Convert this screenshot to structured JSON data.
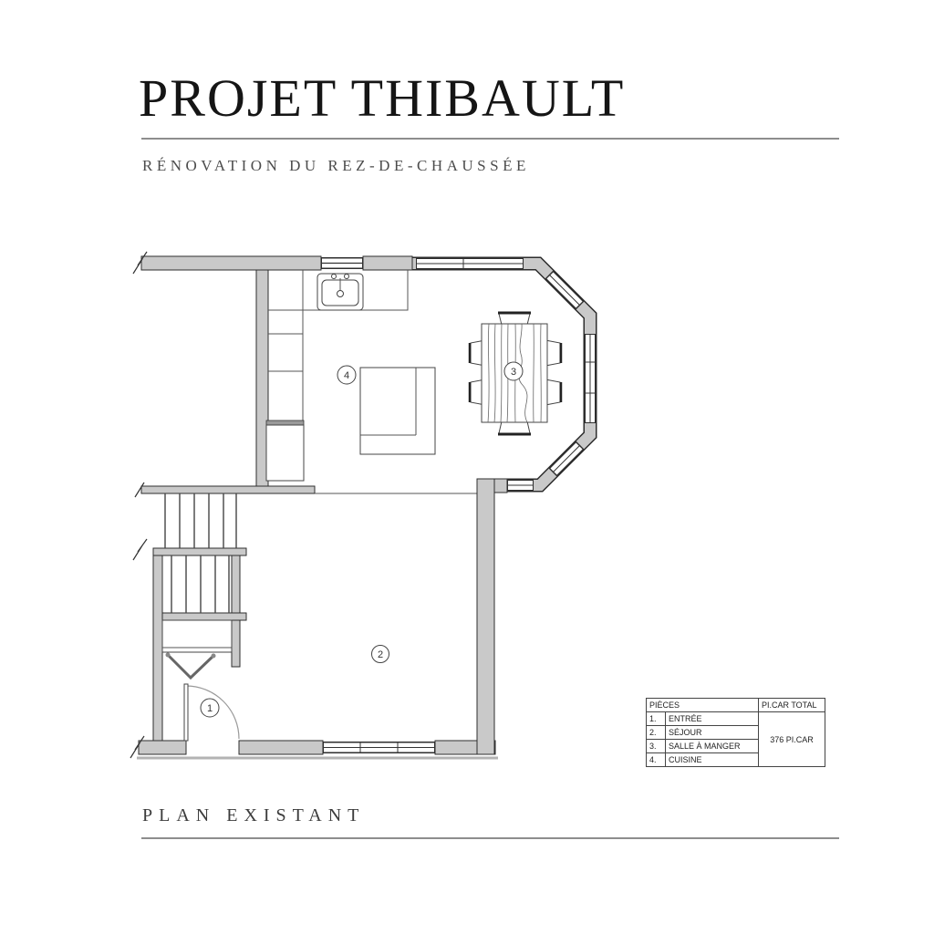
{
  "header": {
    "title": "PROJET THIBAULT",
    "subtitle": "RÉNOVATION DU REZ-DE-CHAUSSÉE"
  },
  "footer": {
    "label": "PLAN EXISTANT"
  },
  "plan": {
    "room_markers": [
      "1",
      "2",
      "3",
      "4"
    ],
    "colors": {
      "wall_fill": "#c9c9c9",
      "line": "#2e2e2e",
      "background": "#ffffff"
    }
  },
  "legend_table": {
    "headers": {
      "pieces": "PIÈCES",
      "total": "PI.CAR TOTAL"
    },
    "rows": [
      {
        "num": "1.",
        "label": "ENTRÉE"
      },
      {
        "num": "2.",
        "label": "SÉJOUR"
      },
      {
        "num": "3.",
        "label": "SALLE À MANGER"
      },
      {
        "num": "4.",
        "label": "CUISINE"
      }
    ],
    "total_value": "376 PI.CAR"
  }
}
